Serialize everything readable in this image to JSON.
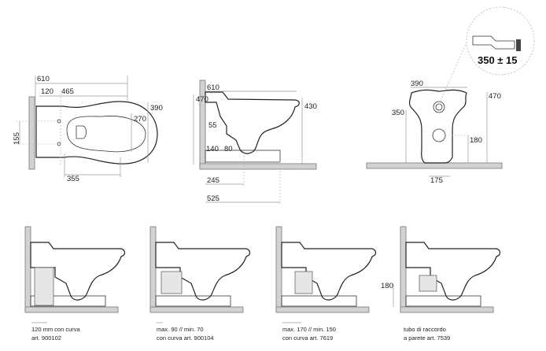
{
  "plan_view": {
    "dims": [
      "610",
      "120",
      "465",
      "390",
      "270",
      "155",
      "355"
    ]
  },
  "side_view": {
    "dims": [
      "610",
      "470",
      "430",
      "55",
      "140",
      "80",
      "245",
      "525"
    ]
  },
  "front_view": {
    "dims": [
      "390",
      "470",
      "350",
      "180",
      "175"
    ],
    "detail_label": "350 ± 15"
  },
  "installations": [
    {
      "line1": "120 mm con curva",
      "line2": "art. 900102"
    },
    {
      "line1": "max. 90 // min. 70",
      "line2": "con curva art. 900104"
    },
    {
      "line1": "max. 170 // min. 150",
      "line2": "con curva art. 7619"
    },
    {
      "line1": "tubo di raccordo",
      "line2": "a parete art. 7539",
      "dim": "180"
    }
  ]
}
